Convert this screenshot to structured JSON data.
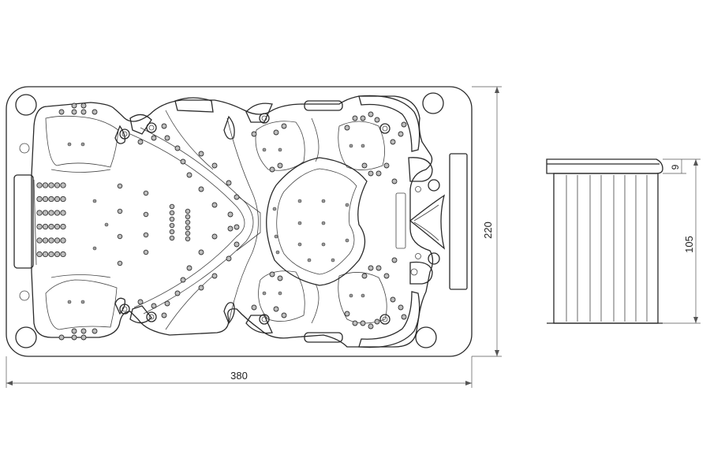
{
  "dimensions": {
    "length": "380",
    "width": "220",
    "height": "105",
    "skirt": "9"
  },
  "colors": {
    "line": "#2a2a2a",
    "jet_fill": "#bdbdbd",
    "background": "#ffffff"
  }
}
